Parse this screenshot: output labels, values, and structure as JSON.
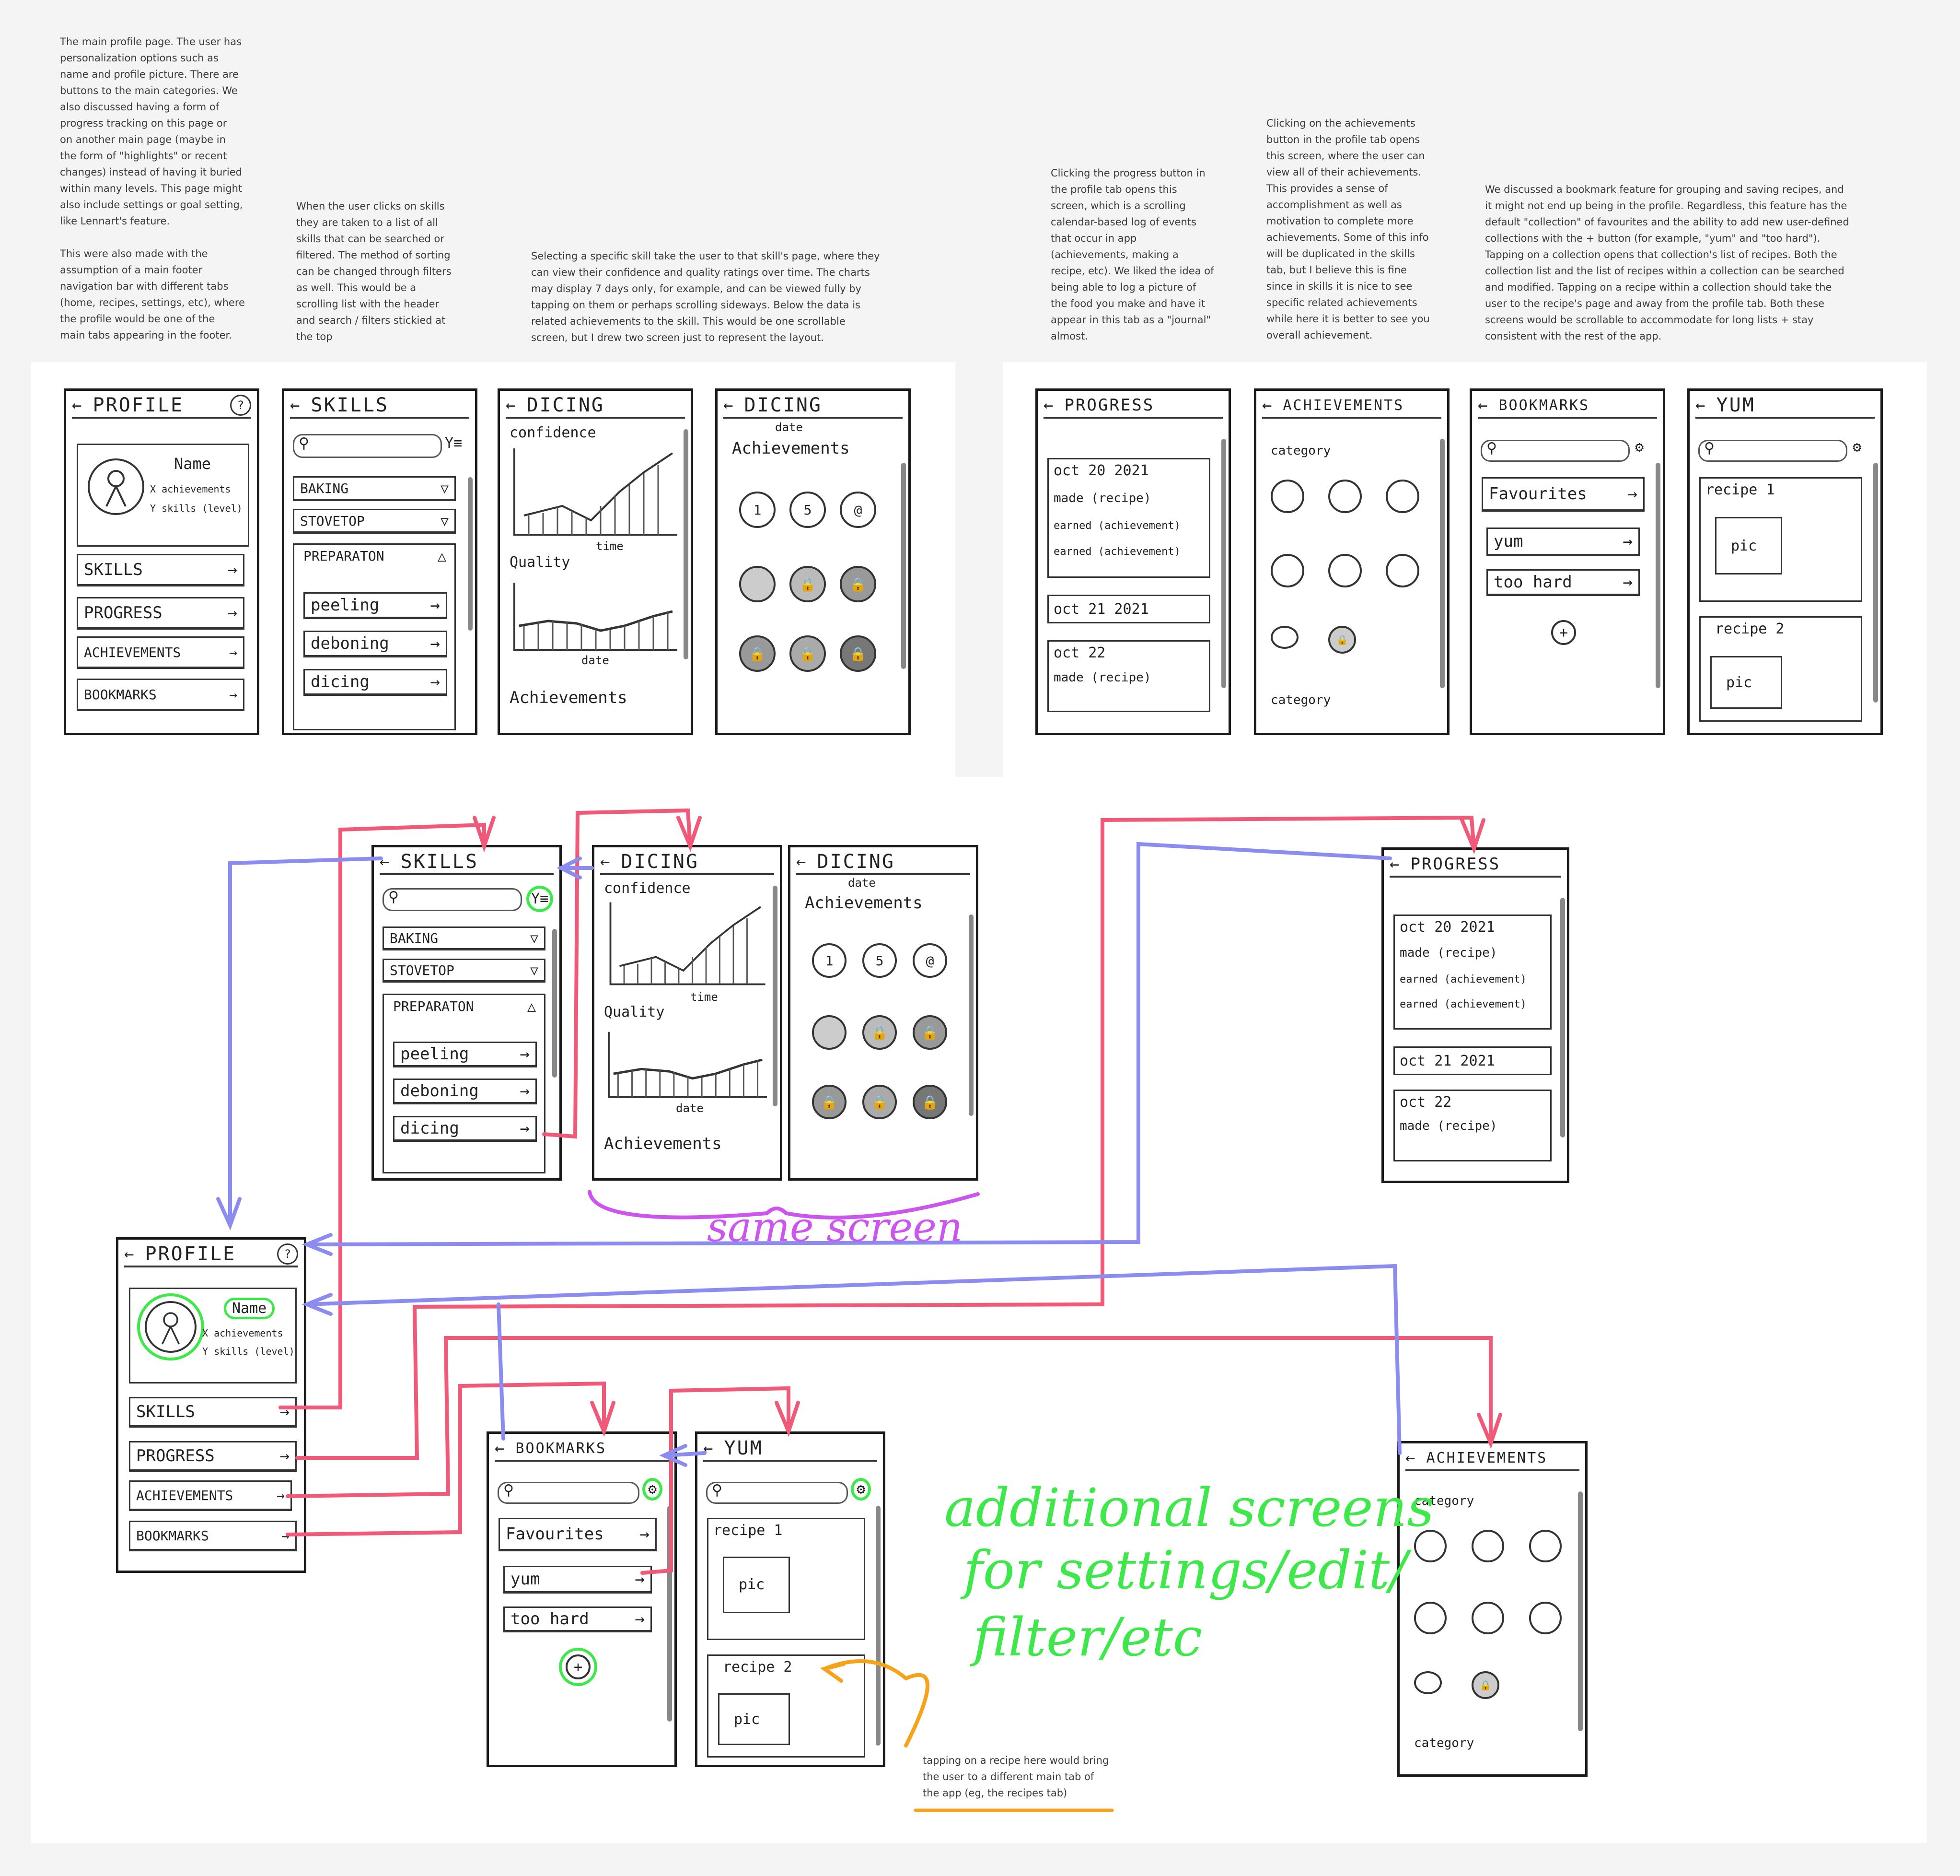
{
  "notes": {
    "profile": "The main profile page. The user has\npersonalization options such as\nname and profile picture. There are\nbuttons to the main categories. We\nalso discussed having a form of\nprogress tracking on this page or\non another main page (maybe in\nthe form of \"highlights\" or recent\nchanges) instead of having it buried\nwithin many levels. This page might\nalso include settings or goal setting,\nlike Lennart's feature.\n\nThis were also made with the\nassumption of a main footer\nnavigation bar with different tabs\n(home, recipes, settings, etc), where\nthe profile would be one of the\nmain tabs appearing in the footer.",
    "skills": "When the user clicks on skills\nthey are taken to a list of all\nskills that can be searched or\nfiltered. The method of sorting\ncan be changed through filters\nas well. This would be a\nscrolling list with the header\nand search / filters stickied at\nthe top",
    "skill_page": "Selecting a specific skill take the user to that skill's page, where they\ncan view their confidence and quality ratings over time. The charts\nmay display 7 days only, for example, and can be viewed fully by\ntapping on them or perhaps scrolling sideways. Below the data is\nrelated achievements to the skill. This would be one scrollable\nscreen, but I drew two screen just to represent the layout.",
    "progress": "Clicking the progress button in\nthe profile tab opens this\nscreen, which is a scrolling\ncalendar-based log of events\nthat occur in app\n(achievements, making a\nrecipe, etc). We liked the idea of\nbeing able to log a picture of\nthe food you make and have it\nappear in this tab as a \"journal\"\nalmost.",
    "achievements": "Clicking on the achievements\nbutton in the profile tab opens\nthis screen, where the user can\nview all of their achievements.\nThis provides a sense of\naccomplishment as well as\nmotivation to complete more\nachievements. Some of this info\nwill be duplicated in the skills\ntab, but I believe this is fine\nsince in skills it is nice to see\nspecific related achievements\nwhile here it is better to see you\noverall achievement.",
    "bookmarks": "We discussed a bookmark feature for grouping and saving recipes, and\nit might not end up being in the profile. Regardless, this feature has the\ndefault \"collection\" of favourites and the ability to add new user-defined\ncollections with the + button (for example, \"yum\" and \"too hard\").\nTapping on a collection opens that collection's list of recipes. Both the\ncollection list and the list of recipes within a collection can be searched\nand modified. Tapping on a recipe within a collection should take the\nuser to the recipe's page and away from the profile tab. Both these\nscreens would be scrollable to accommodate for long lists + stay\nconsistent with the rest of the app.",
    "recipe_tap": "tapping on a recipe here would bring\nthe user to a different main tab of\nthe app (eg, the recipes tab)"
  },
  "screens": {
    "profile": {
      "title": "PROFILE",
      "back": "←",
      "help": "?",
      "name": "Name",
      "line1": "X achievements",
      "line2": "Y skills (level)",
      "buttons": [
        "SKILLS",
        "PROGRESS",
        "ACHIEVEMENTS",
        "BOOKMARKS"
      ]
    },
    "skills": {
      "title": "SKILLS",
      "back": "←",
      "filter": "Y≡",
      "items": [
        "BAKING",
        "STOVETOP"
      ],
      "section": "PREPARATON",
      "sub": [
        "peeling",
        "deboning",
        "dicing"
      ]
    },
    "dicing1": {
      "title": "DICING",
      "back": "←",
      "confidence": "confidence",
      "time": "time",
      "quality": "Quality",
      "date": "date",
      "achievements": "Achievements"
    },
    "dicing2": {
      "title": "DICING",
      "back": "←",
      "date": "date",
      "achievements": "Achievements",
      "badges": [
        "1",
        "5",
        "@"
      ]
    },
    "progress": {
      "title": "PROGRESS",
      "back": "←",
      "entries": [
        {
          "date": "oct 20 2021",
          "lines": [
            "made (recipe)",
            "earned (achievement)",
            "earned (achievement)"
          ]
        },
        {
          "date": "oct 21 2021",
          "lines": []
        },
        {
          "date": "oct 22",
          "lines": [
            "made (recipe)"
          ]
        }
      ]
    },
    "achievements": {
      "title": "ACHIEVEMENTS",
      "back": "←",
      "category": "category"
    },
    "bookmarks": {
      "title": "BOOKMARKS",
      "back": "←",
      "items": [
        "Favourites",
        "yum",
        "too hard"
      ],
      "add": "+"
    },
    "yum": {
      "title": "YUM",
      "back": "←",
      "recipes": [
        "recipe 1",
        "recipe 2"
      ],
      "pic": "pic"
    }
  },
  "annotations": {
    "same_screen": "same screen",
    "additional": [
      "additional screens",
      "for settings/edit/",
      "filter/etc"
    ]
  },
  "colors": {
    "nav_red": "#f05a78",
    "back_blue": "#8c8cf0",
    "green": "#3ee84a",
    "purple": "#cc55ee",
    "orange": "#f5a31a"
  }
}
